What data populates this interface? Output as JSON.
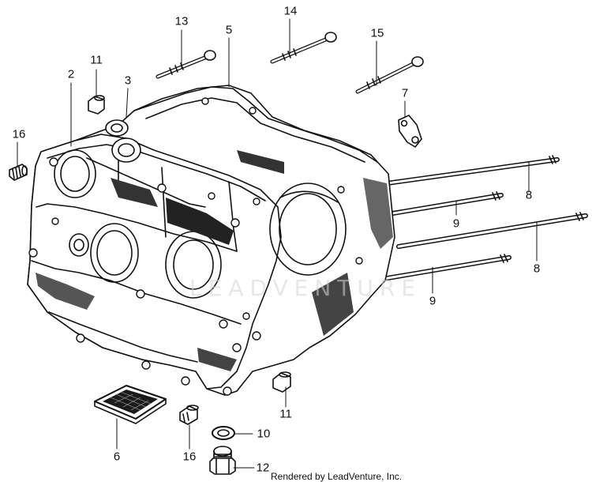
{
  "callouts": [
    {
      "id": "13",
      "label": "13"
    },
    {
      "id": "14",
      "label": "14"
    },
    {
      "id": "5",
      "label": "5"
    },
    {
      "id": "15",
      "label": "15"
    },
    {
      "id": "11a",
      "label": "11"
    },
    {
      "id": "2",
      "label": "2"
    },
    {
      "id": "3",
      "label": "3"
    },
    {
      "id": "7",
      "label": "7"
    },
    {
      "id": "16a",
      "label": "16"
    },
    {
      "id": "8a",
      "label": "8"
    },
    {
      "id": "9a",
      "label": "9"
    },
    {
      "id": "8b",
      "label": "8"
    },
    {
      "id": "9b",
      "label": "9"
    },
    {
      "id": "11b",
      "label": "11"
    },
    {
      "id": "10",
      "label": "10"
    },
    {
      "id": "6",
      "label": "6"
    },
    {
      "id": "16b",
      "label": "16"
    },
    {
      "id": "12",
      "label": "12"
    }
  ],
  "watermark": "LEADVENTURE",
  "credit": "Rendered by LeadVenture, Inc."
}
